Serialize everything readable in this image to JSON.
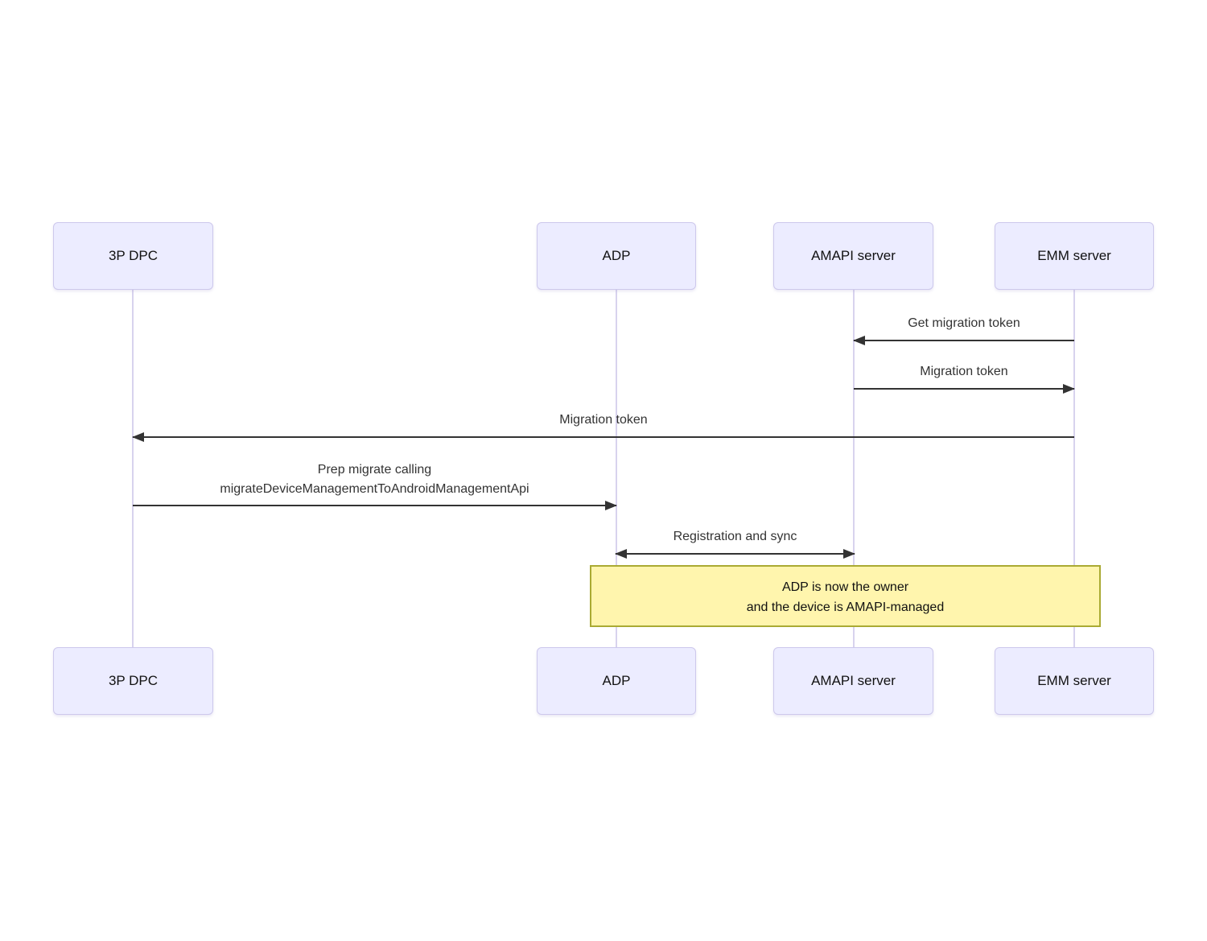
{
  "diagram": {
    "type": "sequence-diagram",
    "actors": [
      {
        "id": "3p-dpc",
        "label": "3P DPC"
      },
      {
        "id": "adp",
        "label": "ADP"
      },
      {
        "id": "amapi-server",
        "label": "AMAPI server"
      },
      {
        "id": "emm-server",
        "label": "EMM server"
      }
    ],
    "messages": [
      {
        "label": "Get migration token",
        "from": "EMM server",
        "to": "AMAPI server",
        "arrow": "left"
      },
      {
        "label": "Migration token",
        "from": "AMAPI server",
        "to": "EMM server",
        "arrow": "right"
      },
      {
        "label": "Migration token",
        "from": "EMM server",
        "to": "3P DPC",
        "arrow": "left"
      },
      {
        "label_line1": "Prep migrate calling",
        "label_line2": "migrateDeviceManagementToAndroidManagementApi",
        "from": "3P DPC",
        "to": "ADP",
        "arrow": "right"
      },
      {
        "label": "Registration and sync",
        "from": "ADP",
        "to": "AMAPI server",
        "arrow": "both"
      }
    ],
    "note": {
      "line1": "ADP is now the owner",
      "line2": "and the device is AMAPI-managed",
      "spans": [
        "ADP",
        "EMM server"
      ]
    }
  },
  "colors": {
    "actor_fill": "#ECECFF",
    "actor_border": "#CDC8EC",
    "lifeline": "#D8D3EE",
    "arrow": "#333333",
    "message_text": "#333333",
    "actor_text": "#111111",
    "note_fill": "#FFF5AD",
    "note_border": "#AAAA33",
    "note_text": "#111111"
  }
}
